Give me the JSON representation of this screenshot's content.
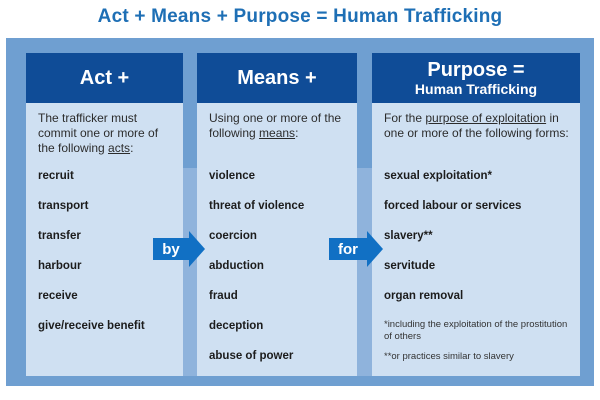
{
  "title": "Act + Means + Purpose = Human Trafficking",
  "columns": [
    {
      "header": "Act +",
      "intro_parts": [
        "The trafficker must commit one or more of the following ",
        "acts",
        ":"
      ],
      "items": [
        "recruit",
        "transport",
        "transfer",
        "harbour",
        "receive",
        "give/receive benefit"
      ]
    },
    {
      "header": "Means +",
      "intro_parts": [
        "Using one or more of the following ",
        "means",
        ":"
      ],
      "items": [
        "violence",
        "threat of violence",
        "coercion",
        "abduction",
        "fraud",
        "deception",
        "abuse of power"
      ]
    },
    {
      "header_main": "Purpose =",
      "header_sub": "Human Trafficking",
      "intro_parts": [
        "For the ",
        "purpose of exploitation",
        " in one or more of the following forms:"
      ],
      "items": [
        "sexual exploitation*",
        "forced labour or services",
        "slavery**",
        "servitude",
        "organ removal"
      ],
      "notes": [
        "*including the exploitation of the prostitution of others",
        "**or practices similar to slavery"
      ]
    }
  ],
  "connectors": [
    "by",
    "for"
  ],
  "colors": {
    "title": "#1e6fb5",
    "frame": "#6f9fd1",
    "panel": "#cfe0f2",
    "header": "#0f4c97",
    "arrow": "#1170c4"
  }
}
